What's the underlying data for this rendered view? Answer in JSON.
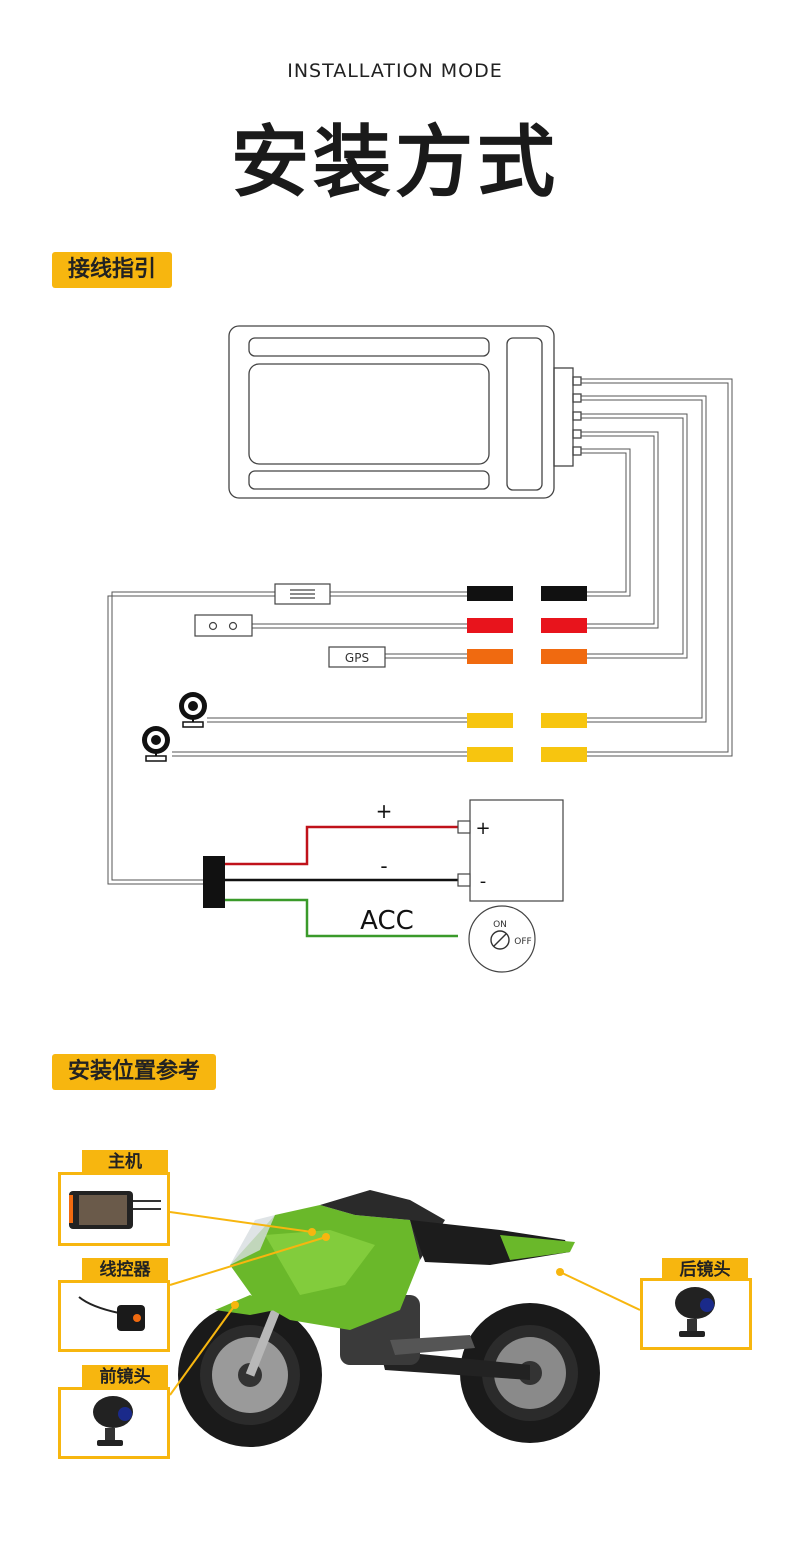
{
  "header": {
    "subtitle": "INSTALLATION MODE",
    "title": "安装方式"
  },
  "sections": {
    "wiring": {
      "label": "接线指引"
    },
    "position": {
      "label": "安装位置参考"
    }
  },
  "wiring": {
    "gps_label": "GPS",
    "plus_label": "+",
    "minus_label": "-",
    "battery_plus": "+",
    "battery_minus": "-",
    "acc_label": "ACC",
    "switch_on": "ON",
    "switch_off": "OFF",
    "colors": {
      "black": "#111111",
      "red": "#e8141c",
      "orange": "#f06a10",
      "yellow": "#f7c50f",
      "power_red": "#c0121a",
      "acc_green": "#3a9a2a"
    }
  },
  "callouts": {
    "host": "主机",
    "remote": "线控器",
    "front_cam": "前镜头",
    "rear_cam": "后镜头"
  },
  "colors": {
    "accent": "#f7b60f",
    "bike_green": "#6ab82a"
  }
}
